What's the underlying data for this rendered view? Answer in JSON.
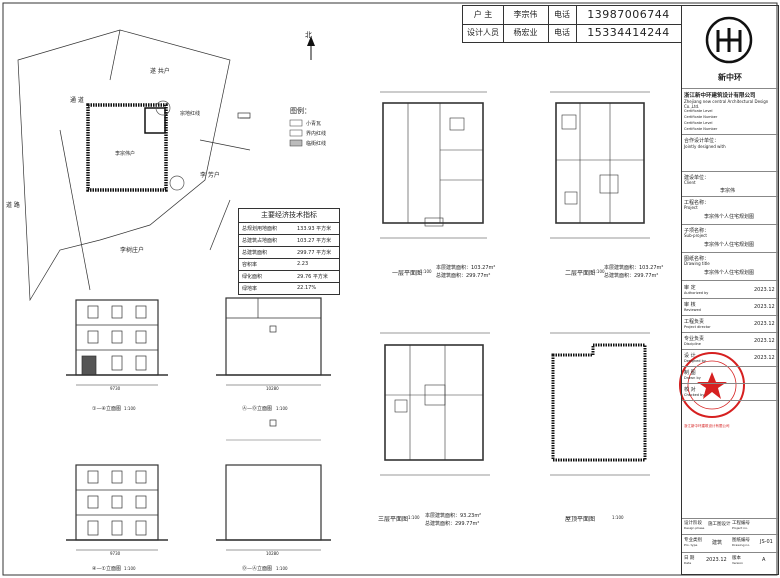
{
  "header": {
    "owner_label": "户 主",
    "owner_value": "李宗伟",
    "phone_label1": "电话",
    "phone1": "13987006744",
    "designer_label": "设计人员",
    "designer_value": "杨宏业",
    "phone_label2": "电话",
    "phone2": "15334414244"
  },
  "title_block": {
    "logo_text": "新中环",
    "company_cn": "浙江新中环建筑设计有限公司",
    "company_en": "Zhejiang new central Architectural Design Co.,Ltd.",
    "cert_lines": [
      "Certificate Level",
      "Certificate Number",
      "Certificate Level",
      "Certificate Number"
    ],
    "cooperation": "合作设计单位：",
    "cooperation_en": "Jointly designed with",
    "client_label": "建设单位：",
    "client_en": "Client",
    "client": "李宗伟",
    "project_label": "工程名称：",
    "project_en": "Project",
    "project": "李宗伟个人住宅规划图",
    "sub_label": "子项名称：",
    "sub_en": "Sub-project",
    "sub": "李宗伟个人住宅规划图",
    "drawing_label": "图纸名称：",
    "drawing_en": "Drawing title",
    "drawing": "李宗伟个人住宅规划图",
    "roles": [
      {
        "cn": "审 定",
        "en": "Authorized by",
        "date": "2023.12"
      },
      {
        "cn": "审 核",
        "en": "Reviewed",
        "date": "2023.12"
      },
      {
        "cn": "工程负责",
        "en": "Project director",
        "date": "2023.12"
      },
      {
        "cn": "专业负责",
        "en": "Discipline",
        "date": "2023.12"
      },
      {
        "cn": "设 计",
        "en": "Designed by",
        "date": "2023.12"
      },
      {
        "cn": "制 图",
        "en": "Drawn by",
        "date": ""
      },
      {
        "cn": "校 对",
        "en": "Checked by",
        "date": ""
      }
    ],
    "stage_label": "设计阶段",
    "stage_en": "Design phase",
    "stage": "施工图设计",
    "project_no_label": "工程编号",
    "project_no_en": "Project no.",
    "discipline_label": "专业类别",
    "discipline_en": "Pro. type",
    "discipline": "建筑",
    "drawing_no_label": "图纸编号",
    "drawing_no_en": "Drawing no.",
    "drawing_no": "JS-01",
    "date_label": "日 期",
    "date_en": "Date",
    "date": "2023.12",
    "version_label": "版本",
    "version_en": "Version",
    "version": "A",
    "seal_text": "浙江新中环建筑设计有限公司"
  },
  "site": {
    "north": "北",
    "road": "道 路",
    "label_top": "通 道",
    "label_zhang": "遂 共户",
    "label_li": "李树庄户",
    "label_right": "李 芳户",
    "owner": "李宗伟户",
    "legend_title": "图例：",
    "legend": [
      "小青瓦",
      "界内红线",
      "临街红线"
    ],
    "redline": "宗地红线"
  },
  "tech_table": {
    "title": "主要经济技术指标",
    "rows": [
      {
        "k": "总规划用地面积",
        "v": "133.93 平方米"
      },
      {
        "k": "总建筑占地面积",
        "v": "103.27 平方米"
      },
      {
        "k": "总建筑面积",
        "v": "299.77 平方米"
      },
      {
        "k": "容积率",
        "v": "2.23"
      },
      {
        "k": "绿化面积",
        "v": "29.76 平方米"
      },
      {
        "k": "绿地率",
        "v": "22.17%"
      }
    ]
  },
  "plans": [
    {
      "title": "一层平面图",
      "scale": "1:100",
      "area1": "本层建筑面积：103.27m²",
      "area2": "总建筑面积：299.77m²"
    },
    {
      "title": "二层平面图",
      "scale": "1:100",
      "area1": "本层建筑面积：103.27m²",
      "area2": "总建筑面积：299.77m²"
    },
    {
      "title": "三层平面图",
      "scale": "1:100",
      "area1": "本层建筑面积：93.23m²",
      "area2": "总建筑面积：299.77m²"
    },
    {
      "title": "屋顶平面图",
      "scale": "1:100",
      "area1": "",
      "area2": ""
    }
  ],
  "elevations": [
    {
      "title": "①—④立面图",
      "scale": "1:100",
      "dim": "9730"
    },
    {
      "title": "Ⓐ—Ⓓ立面图",
      "scale": "1:100",
      "dim": "10280"
    },
    {
      "title": "④—①立面图",
      "scale": "1:100",
      "dim": "9730"
    },
    {
      "title": "Ⓓ—Ⓐ立面图",
      "scale": "1:100",
      "dim": "10280"
    }
  ]
}
